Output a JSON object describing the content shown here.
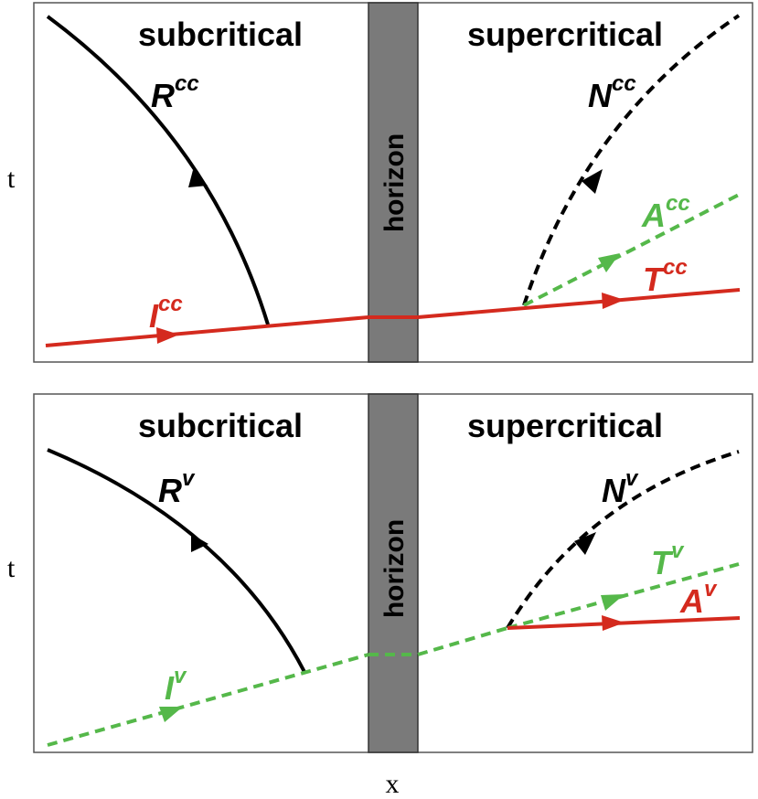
{
  "colors": {
    "black": "#000000",
    "red": "#d42a1e",
    "green": "#55b84a",
    "horizon_fill": "#7a7a7a",
    "frame": "#555555"
  },
  "axes": {
    "t_label": "t",
    "x_label": "x"
  },
  "panels": [
    {
      "id": "top",
      "subcritical": "subcritical",
      "supercritical": "supercritical",
      "horizon": "horizon",
      "labels": {
        "R": {
          "main": "R",
          "sup": "cc",
          "color": "black"
        },
        "N": {
          "main": "N",
          "sup": "cc",
          "color": "black"
        },
        "A": {
          "main": "A",
          "sup": "cc",
          "color": "green"
        },
        "T": {
          "main": "T",
          "sup": "cc",
          "color": "red"
        },
        "I": {
          "main": "I",
          "sup": "cc",
          "color": "red"
        }
      }
    },
    {
      "id": "bottom",
      "subcritical": "subcritical",
      "supercritical": "supercritical",
      "horizon": "horizon",
      "labels": {
        "R": {
          "main": "R",
          "sup": "v",
          "color": "black"
        },
        "N": {
          "main": "N",
          "sup": "v",
          "color": "black"
        },
        "T": {
          "main": "T",
          "sup": "v",
          "color": "green"
        },
        "A": {
          "main": "A",
          "sup": "v",
          "color": "red"
        },
        "I": {
          "main": "I",
          "sup": "v",
          "color": "green"
        }
      }
    }
  ]
}
